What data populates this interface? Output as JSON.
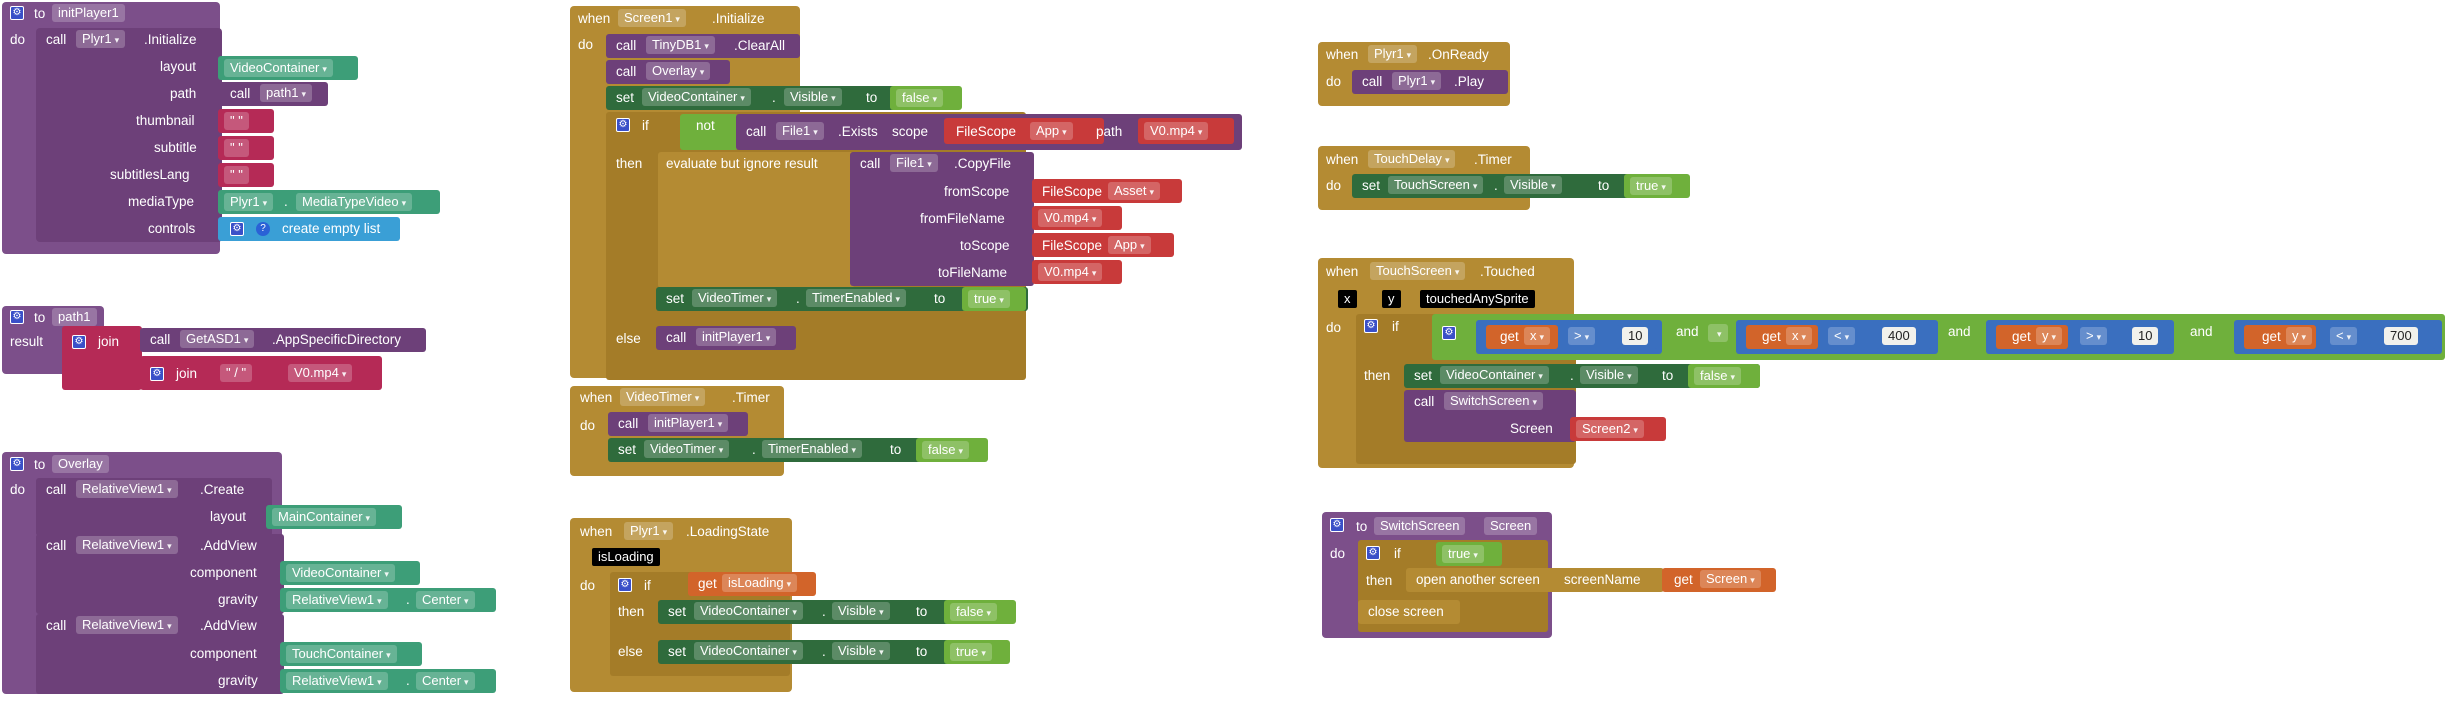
{
  "kw": {
    "to": "to",
    "do": "do",
    "call": "call",
    "when": "when",
    "result": "result",
    "join": "join",
    "set": "set",
    "if": "if",
    "then": "then",
    "else": "else",
    "not": "not",
    "and": "and",
    "get": "get",
    "true": "true",
    "false": "false",
    "x": "x",
    "y": "y",
    "dot": "."
  },
  "initPlayer": {
    "name": "initPlayer1",
    "component": "Plyr1",
    "method": ".Initialize",
    "params": [
      "layout",
      "path",
      "thumbnail",
      "subtitle",
      "subtitlesLang",
      "mediaType",
      "controls"
    ],
    "layout_val": "VideoContainer",
    "path_val": "path1",
    "empty_str": "\" \"",
    "media_comp": "Plyr1",
    "media_type": "MediaTypeVideo",
    "controls_val": "create empty list"
  },
  "path1": {
    "name": "path1",
    "component": "GetASD1",
    "method": ".AppSpecificDirectory",
    "sep": "\" / \"",
    "file": "V0.mp4"
  },
  "overlay": {
    "name": "Overlay",
    "component": "RelativeView1",
    "create": ".Create",
    "add": ".AddView",
    "p_layout": "layout",
    "p_component": "component",
    "p_gravity": "gravity",
    "main": "MainContainer",
    "video": "VideoContainer",
    "touch": "TouchContainer",
    "center": "Center"
  },
  "screenInit": {
    "event_comp": "Screen1",
    "event": ".Initialize",
    "tinydb": "TinyDB1",
    "clearall": ".ClearAll",
    "overlay": "Overlay",
    "video": "VideoContainer",
    "visible": "Visible",
    "file": "File1",
    "exists": ".Exists",
    "scope": "scope",
    "filescope": "FileScope",
    "app": "App",
    "path": "path",
    "v0": "V0.mp4",
    "evaluate": "evaluate but ignore result",
    "copyfile": ".CopyFile",
    "fromScope": "fromScope",
    "fromFileName": "fromFileName",
    "toScope": "toScope",
    "toFileName": "toFileName",
    "asset": "Asset",
    "timer": "VideoTimer",
    "timerEnabled": "TimerEnabled",
    "init": "initPlayer1"
  },
  "videoTimer": {
    "comp": "VideoTimer",
    "event": ".Timer",
    "init": "initPlayer1",
    "timerEnabled": "TimerEnabled"
  },
  "loading": {
    "comp": "Plyr1",
    "event": ".LoadingState",
    "param": "isLoading",
    "video": "VideoContainer",
    "visible": "Visible"
  },
  "onReady": {
    "comp": "Plyr1",
    "event": ".OnReady",
    "play": ".Play"
  },
  "touchDelay": {
    "comp": "TouchDelay",
    "event": ".Timer",
    "target": "TouchScreen",
    "visible": "Visible"
  },
  "touched": {
    "comp": "TouchScreen",
    "event": ".Touched",
    "param3": "touchedAnySprite",
    "gt": ">",
    "lt": "<",
    "n10": "10",
    "n400": "400",
    "n700": "700",
    "video": "VideoContainer",
    "visible": "Visible",
    "switch": "SwitchScreen",
    "screen_param": "Screen",
    "screen_val": "Screen2"
  },
  "switchScreen": {
    "name": "SwitchScreen",
    "param": "Screen",
    "open": "open another screen",
    "screenName": "screenName",
    "close": "close screen"
  }
}
